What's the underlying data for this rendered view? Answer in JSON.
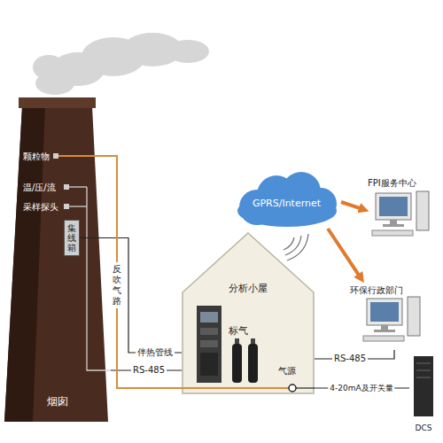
{
  "diagram": {
    "nodes": [
      {
        "text": [
          "烟囱"
        ]
      },
      {
        "text": [
          "集线箱"
        ],
        "in": 0
      },
      {
        "text": [
          "分析小屋"
        ]
      },
      {
        "text": [
          "GPRS/Internet"
        ]
      },
      {
        "text": [
          "FPI服务中心"
        ]
      },
      {
        "text": [
          "环保行政部门"
        ]
      },
      {
        "text": [
          "DCS"
        ]
      }
    ],
    "edges": [
      {
        "from": 1,
        "to": 2,
        "arrow": "none",
        "label": "伴热管线"
      },
      {
        "from": 0,
        "to": 2,
        "arrow": "none",
        "label": "RS-485"
      },
      {
        "from": 0,
        "to": 2,
        "arrow": "none",
        "label": "反吹气路"
      },
      {
        "from": 3,
        "to": 4,
        "arrow": "to"
      },
      {
        "from": 3,
        "to": 5,
        "arrow": "to"
      },
      {
        "from": 2,
        "to": 5,
        "arrow": "none",
        "label": "RS-485"
      },
      {
        "from": 2,
        "to": 6,
        "arrow": "none",
        "label": "4-20mA及开关量"
      }
    ],
    "labels": [
      "颗粒物",
      "温/压/流",
      "采样探头",
      "标气",
      "气源"
    ]
  }
}
